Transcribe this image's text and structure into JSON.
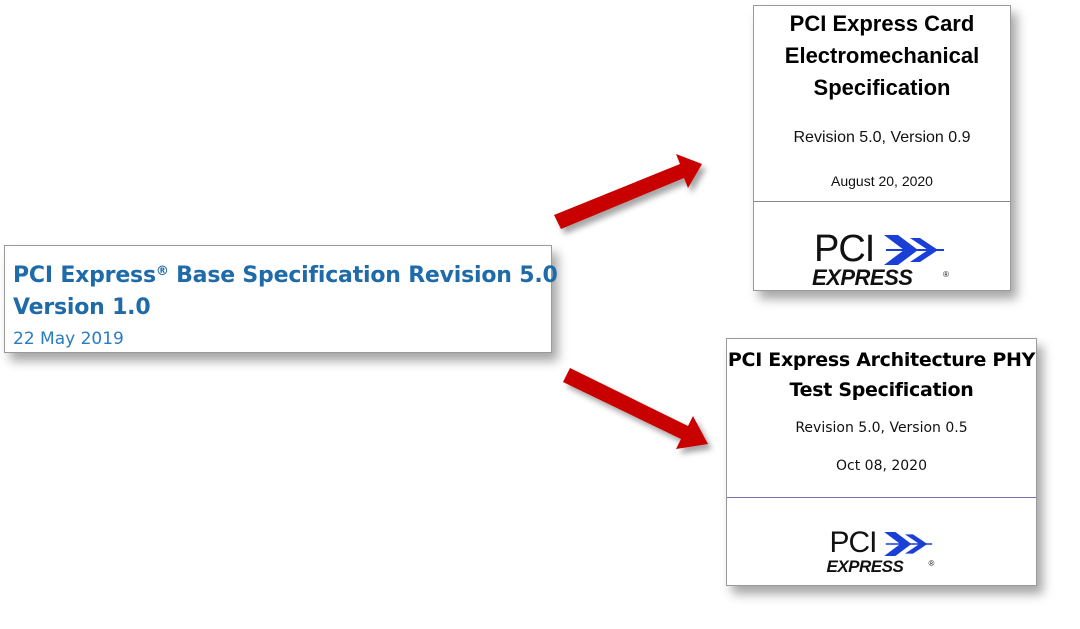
{
  "base_spec": {
    "title_line1_prefix": "PCI Express",
    "registered_mark": "®",
    "title_line1_suffix": " Base Specification Revision 5.0",
    "title_line2": "Version 1.0",
    "date": "22 May 2019"
  },
  "cem_spec": {
    "title": "PCI Express Card Electromechanical Specification",
    "revision": "Revision 5.0, Version 0.9",
    "date": "August 20, 2020"
  },
  "phy_spec": {
    "title": "PCI Express Architecture PHY Test Specification",
    "revision": "Revision 5.0, Version 0.5",
    "date": "Oct 08, 2020"
  },
  "logo": {
    "pci": "PCI",
    "express": "EXPRESS",
    "registered_mark": "®",
    "chevron_color": "#1a3fd6"
  },
  "arrow_color": "#c80000"
}
